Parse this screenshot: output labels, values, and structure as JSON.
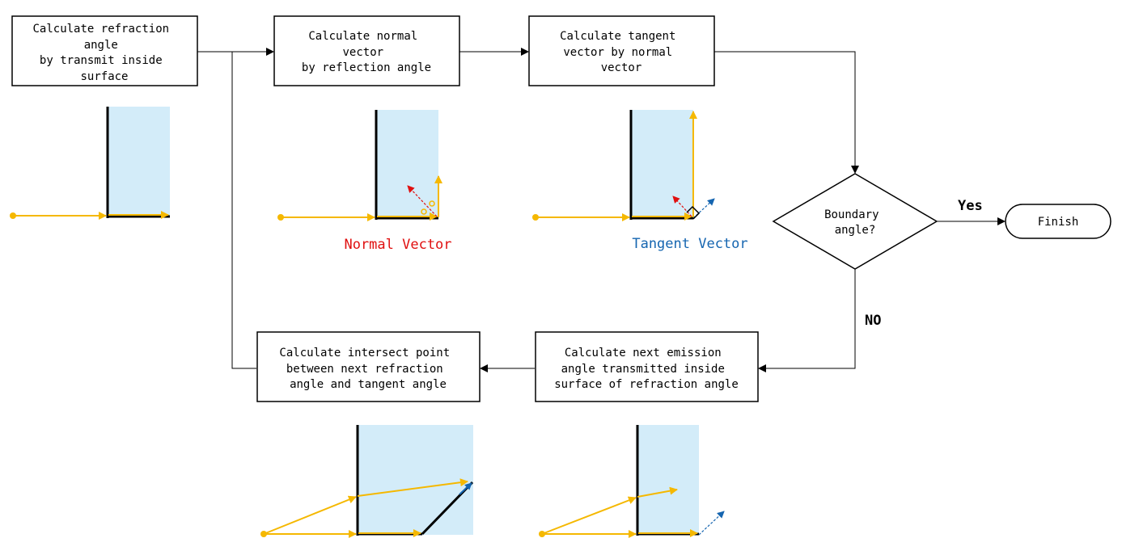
{
  "colors": {
    "ray": "#f5b800",
    "glass": "#d3ecf9",
    "normal": "#e01010",
    "tangent": "#1565b0",
    "line": "#000000"
  },
  "boxes": {
    "refraction": [
      "Calculate refraction",
      "angle",
      "by transmit inside",
      "surface"
    ],
    "normal": [
      "Calculate normal",
      "vector",
      "by reflection angle"
    ],
    "tangent": [
      "Calculate tangent",
      "vector by normal",
      "vector"
    ],
    "decision": [
      "Boundary",
      "angle?"
    ],
    "finish": [
      "Finish"
    ],
    "emission": [
      "Calculate next emission",
      "angle transmitted inside",
      "surface of refraction angle"
    ],
    "intersect": [
      "Calculate intersect point",
      "between next refraction",
      "angle and tangent angle"
    ]
  },
  "labels": {
    "yes": "Yes",
    "no": "NO",
    "normal_vector": "Normal Vector",
    "tangent_vector": "Tangent Vector"
  }
}
